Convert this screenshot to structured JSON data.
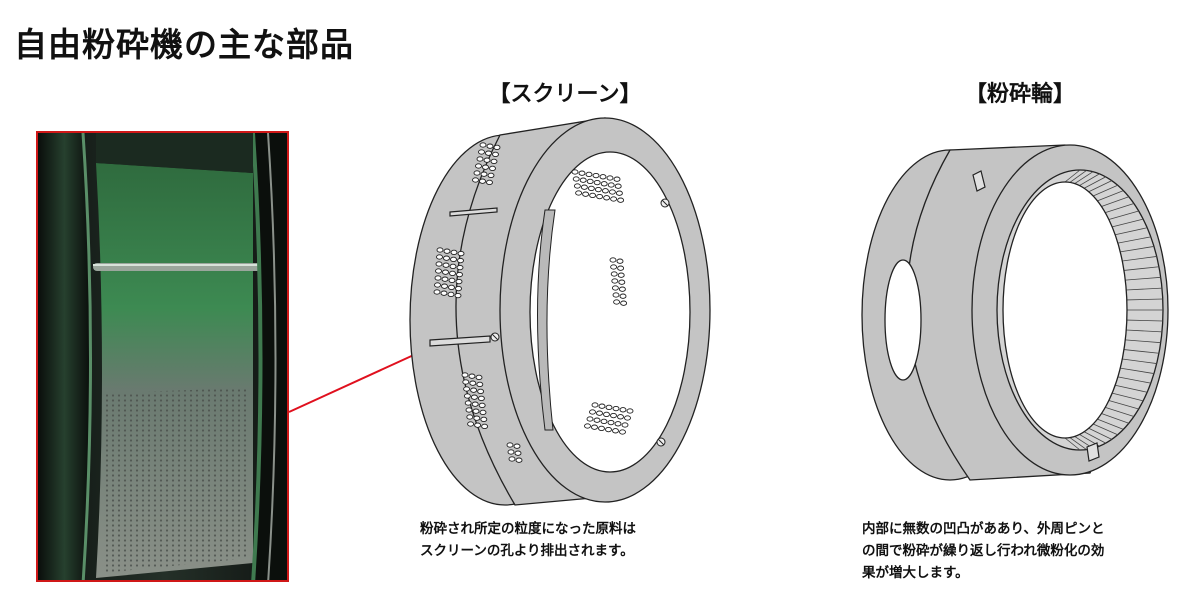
{
  "page": {
    "title": "自由粉砕機の主な部品"
  },
  "screen_section": {
    "heading": "【スクリーン】",
    "caption_lines": [
      "粉砕され所定の粒度になった原料は",
      "スクリーンの孔より排出されます。"
    ]
  },
  "wheel_section": {
    "heading": "【粉砕輪】",
    "caption_lines": [
      "内部に無数の凹凸がああり、外周ピンと",
      "の間で粉砕が繰り返し行われ微粉化の効",
      "果が増大します。"
    ]
  },
  "colors": {
    "accent_red": "#e0101e",
    "part_gray": "#c4c4c4",
    "outline": "#222222"
  },
  "icons": {
    "photo": "screen-photo",
    "screen_drawing": "screen-ring-illustration",
    "wheel_drawing": "grinding-wheel-illustration"
  }
}
